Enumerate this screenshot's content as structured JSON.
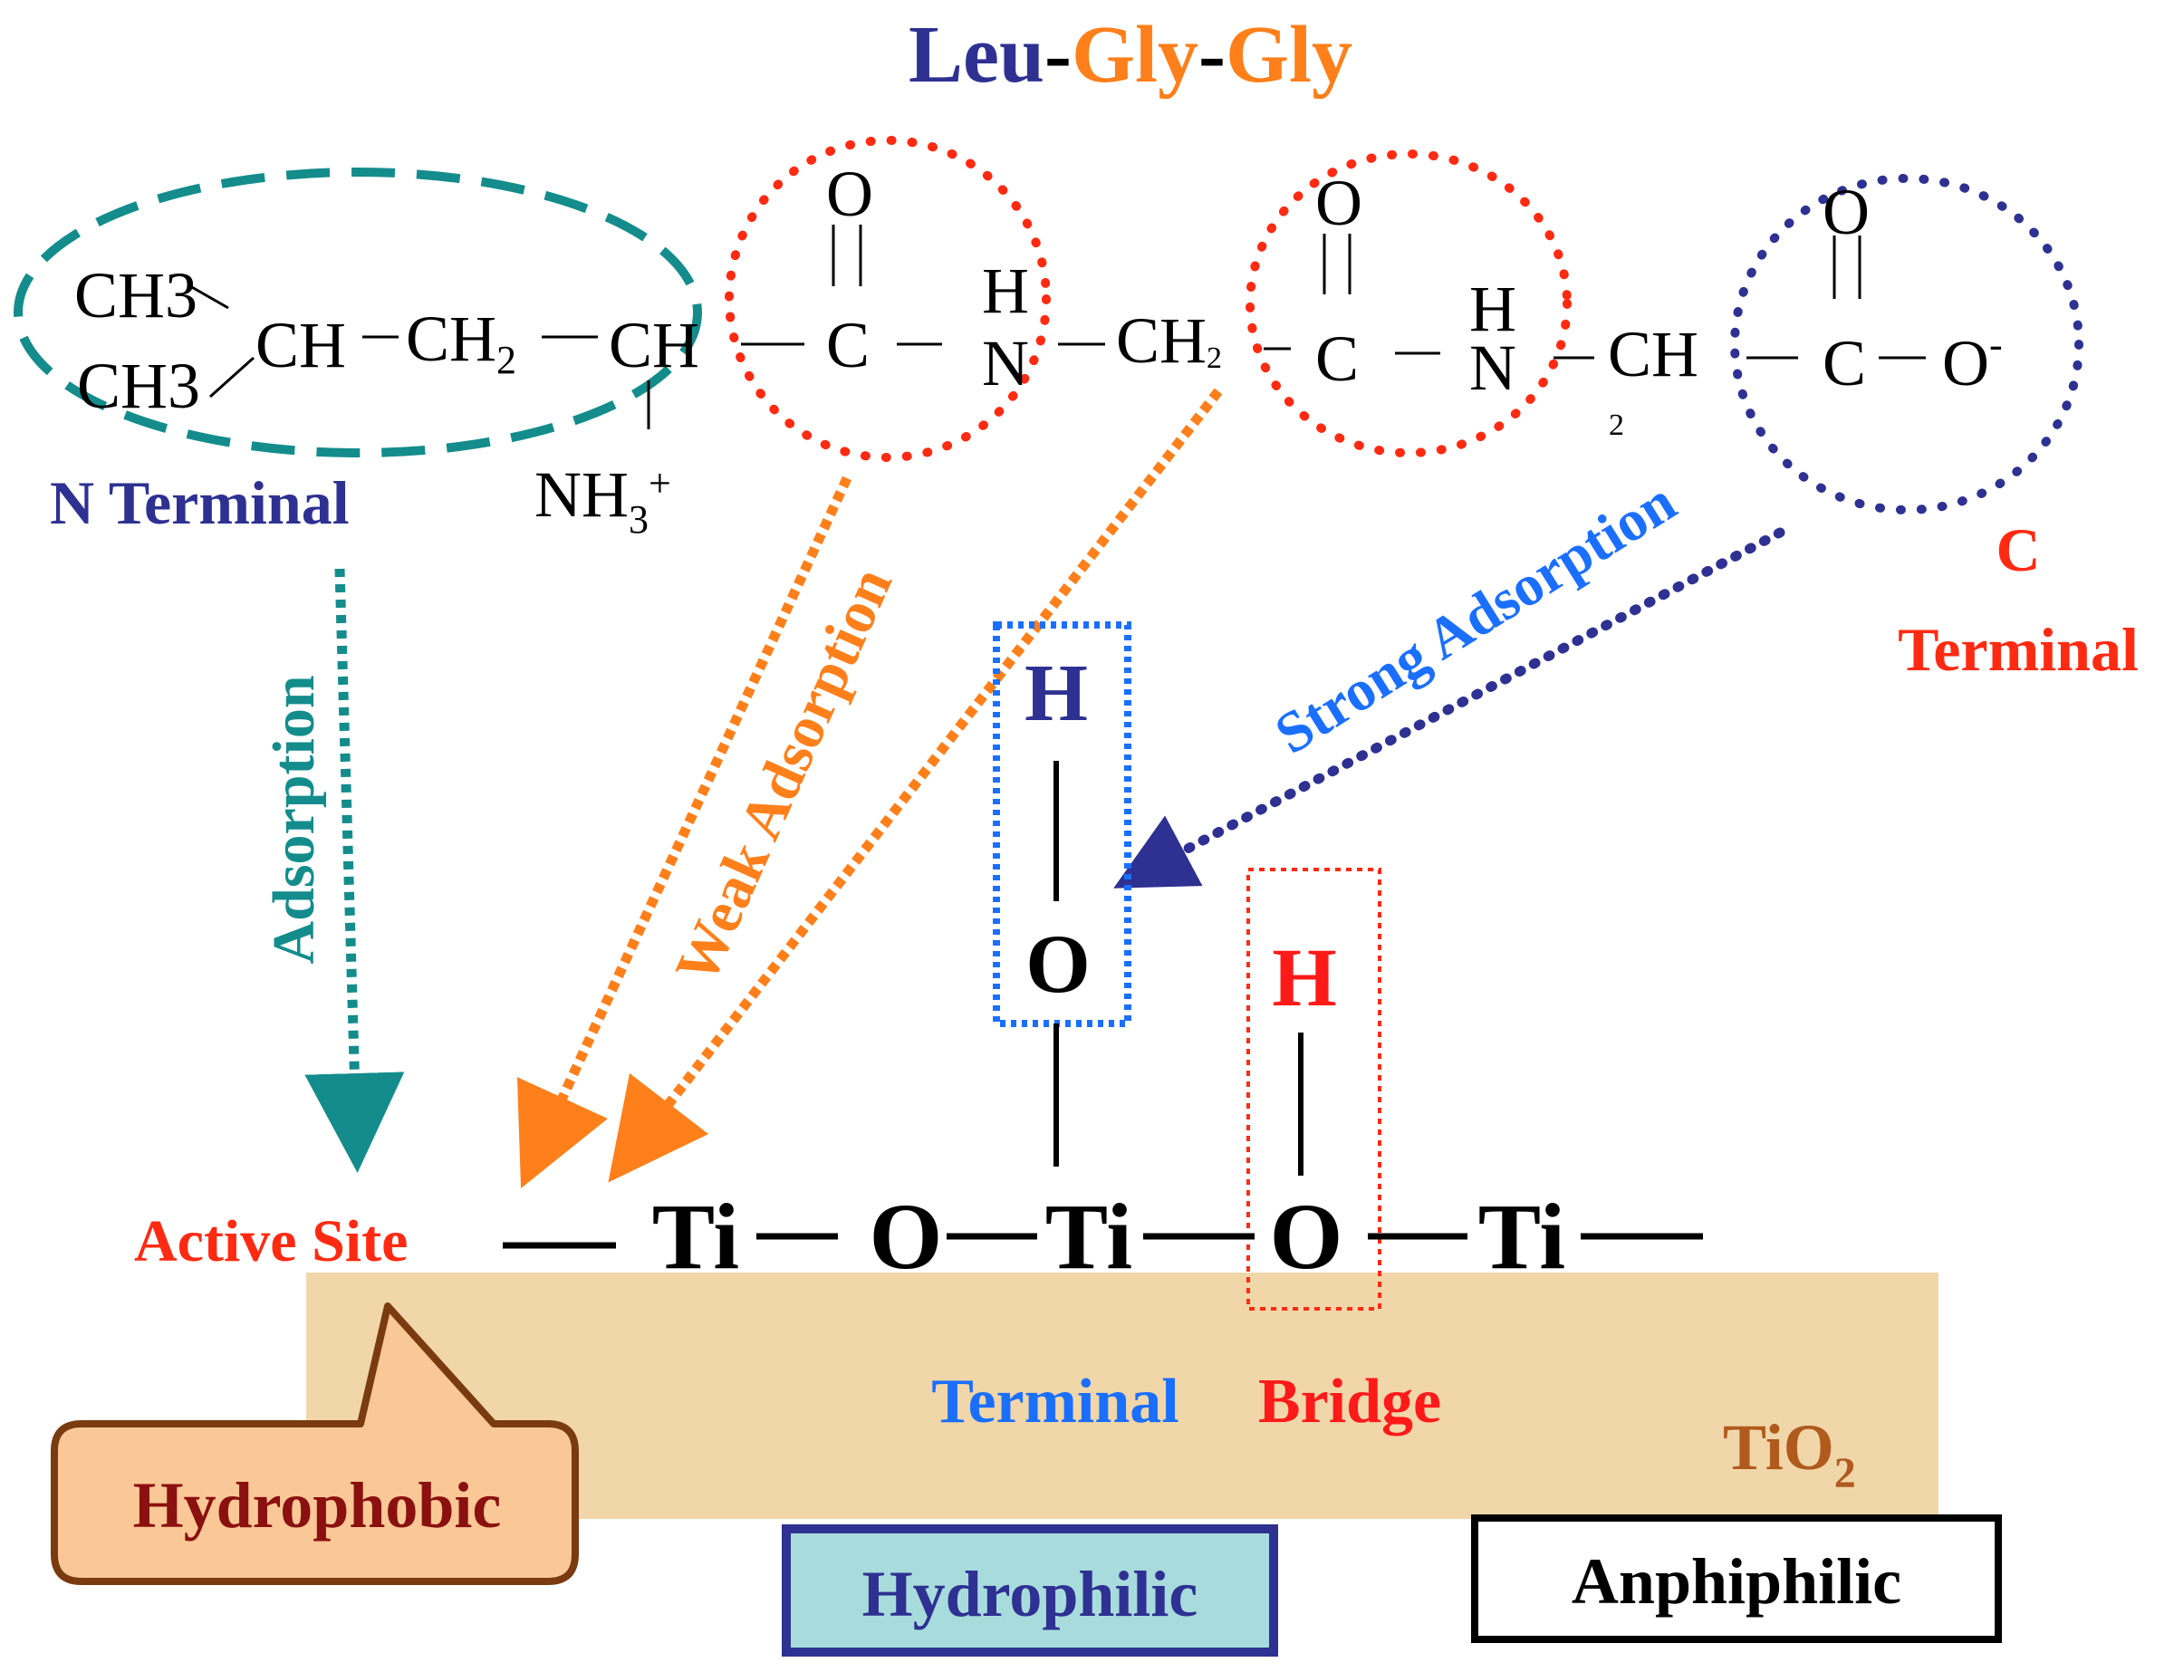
{
  "title": {
    "part1": "Leu",
    "sep1": "-",
    "part2": "Gly",
    "sep2": "-",
    "part3": "Gly"
  },
  "molecule": {
    "ch3_top": "CH3",
    "ch3_bottom": "CH3",
    "ch_1": "CH",
    "ch2_1": "CH",
    "ch2_1_sub": "2",
    "ch_2": "CH",
    "nh3": "NH",
    "nh3_sub": "3",
    "nh3_sup": "+",
    "o_1": "O",
    "c_1": "C",
    "h_1": "H",
    "n_1": "N",
    "ch2_2": "CH",
    "ch2_2_sub": "2",
    "o_2": "O",
    "c_2": "C",
    "h_2": "H",
    "n_2": "N",
    "ch_3": "CH",
    "ch_3_sub": "2",
    "o_3": "O",
    "c_3": "C",
    "o_minus": "O",
    "o_minus_sup": "-"
  },
  "labels": {
    "n_terminal": "N Terminal",
    "c_terminal_line1": "C",
    "c_terminal_line2": "Terminal",
    "adsorption": "Adsorption",
    "weak_adsorption": "Weak Adsorption",
    "strong_adsorption": "Strong Adsorption",
    "active_site": "Active Site",
    "terminal": "Terminal",
    "bridge": "Bridge",
    "tio2": "TiO",
    "tio2_sub": "2"
  },
  "surface": {
    "ti_1": "Ti",
    "o_1": "O",
    "ti_2": "Ti",
    "o_2": "O",
    "ti_3": "Ti",
    "terminal_h": "H",
    "terminal_o": "O",
    "bridge_h": "H"
  },
  "boxes": {
    "hydrophobic": "Hydrophobic",
    "hydrophilic": "Hydrophilic",
    "amphiphilic": "Anphiphilic"
  },
  "colors": {
    "navy": "#2e3192",
    "orange": "#ff7f1a",
    "red": "#ff2a12",
    "teal": "#148c8c",
    "blue": "#1a6fff",
    "dark_red": "#8b1010",
    "brown": "#7a3b10",
    "tio2_brown": "#b05a1e",
    "sand": "#f0d6a8",
    "hydrophobic_fill": "#f9c896",
    "hydrophilic_fill": "#a8dcdc"
  }
}
